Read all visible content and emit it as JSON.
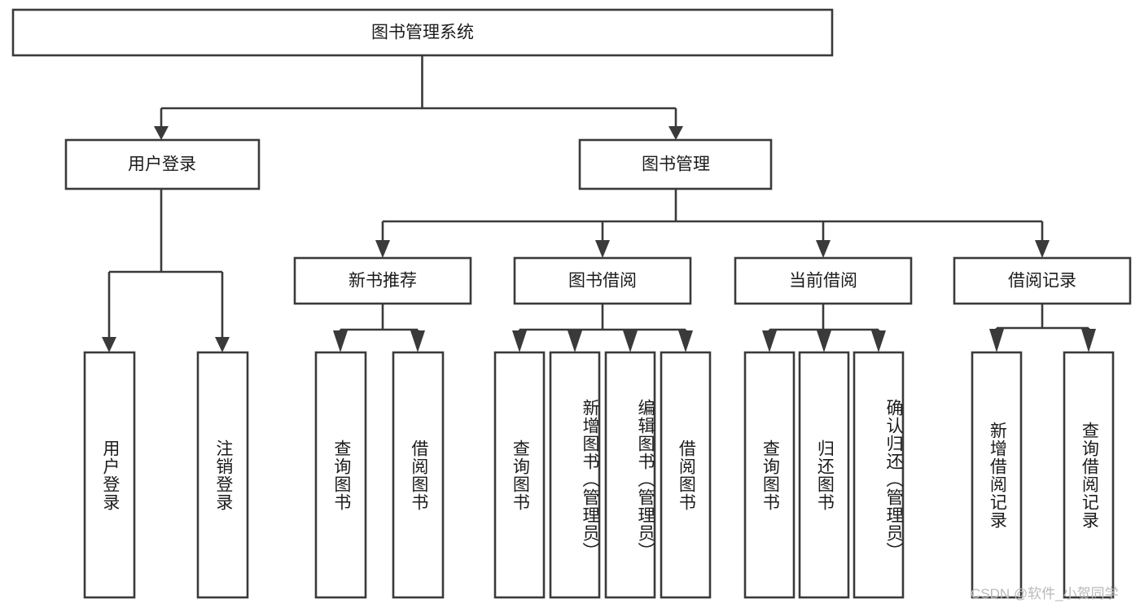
{
  "diagram": {
    "type": "tree-hierarchy",
    "orientation": "top-down",
    "root": {
      "id": "root",
      "label": "图书管理系统"
    },
    "level1": [
      {
        "id": "user-login",
        "label": "用户登录"
      },
      {
        "id": "book-manage",
        "label": "图书管理"
      }
    ],
    "level2": [
      {
        "id": "new-book-recommend",
        "label": "新书推荐",
        "parent": "book-manage"
      },
      {
        "id": "book-borrow",
        "label": "图书借阅",
        "parent": "book-manage"
      },
      {
        "id": "current-borrow",
        "label": "当前借阅",
        "parent": "book-manage"
      },
      {
        "id": "borrow-record",
        "label": "借阅记录",
        "parent": "book-manage"
      }
    ],
    "leaves": {
      "user-login": [
        {
          "id": "leaf-user-login",
          "label": "用户登录"
        },
        {
          "id": "leaf-logout-login",
          "label": "注销登录"
        }
      ],
      "new-book-recommend": [
        {
          "id": "leaf-query-book-1",
          "label": "查询图书"
        },
        {
          "id": "leaf-borrow-book-1",
          "label": "借阅图书"
        }
      ],
      "book-borrow": [
        {
          "id": "leaf-query-book-2",
          "label": "查询图书"
        },
        {
          "id": "leaf-add-book",
          "label": "新增图书（管理员）"
        },
        {
          "id": "leaf-edit-book",
          "label": "编辑图书（管理员）"
        },
        {
          "id": "leaf-borrow-book-2",
          "label": "借阅图书"
        }
      ],
      "current-borrow": [
        {
          "id": "leaf-query-book-3",
          "label": "查询图书"
        },
        {
          "id": "leaf-return-book",
          "label": "归还图书"
        },
        {
          "id": "leaf-confirm-return",
          "label": "确认归还（管理员）"
        }
      ],
      "borrow-record": [
        {
          "id": "leaf-add-record",
          "label": "新增借阅记录"
        },
        {
          "id": "leaf-query-record",
          "label": "查询借阅记录"
        }
      ]
    },
    "colors": {
      "box_stroke": "#3a3a3a",
      "box_fill": "#ffffff",
      "text": "#1b1b1b",
      "connector": "#3a3a3a",
      "watermark": "#b9b9b9",
      "background": "#ffffff"
    }
  },
  "watermark": {
    "text": "CSDN @软件_小贺同学"
  }
}
